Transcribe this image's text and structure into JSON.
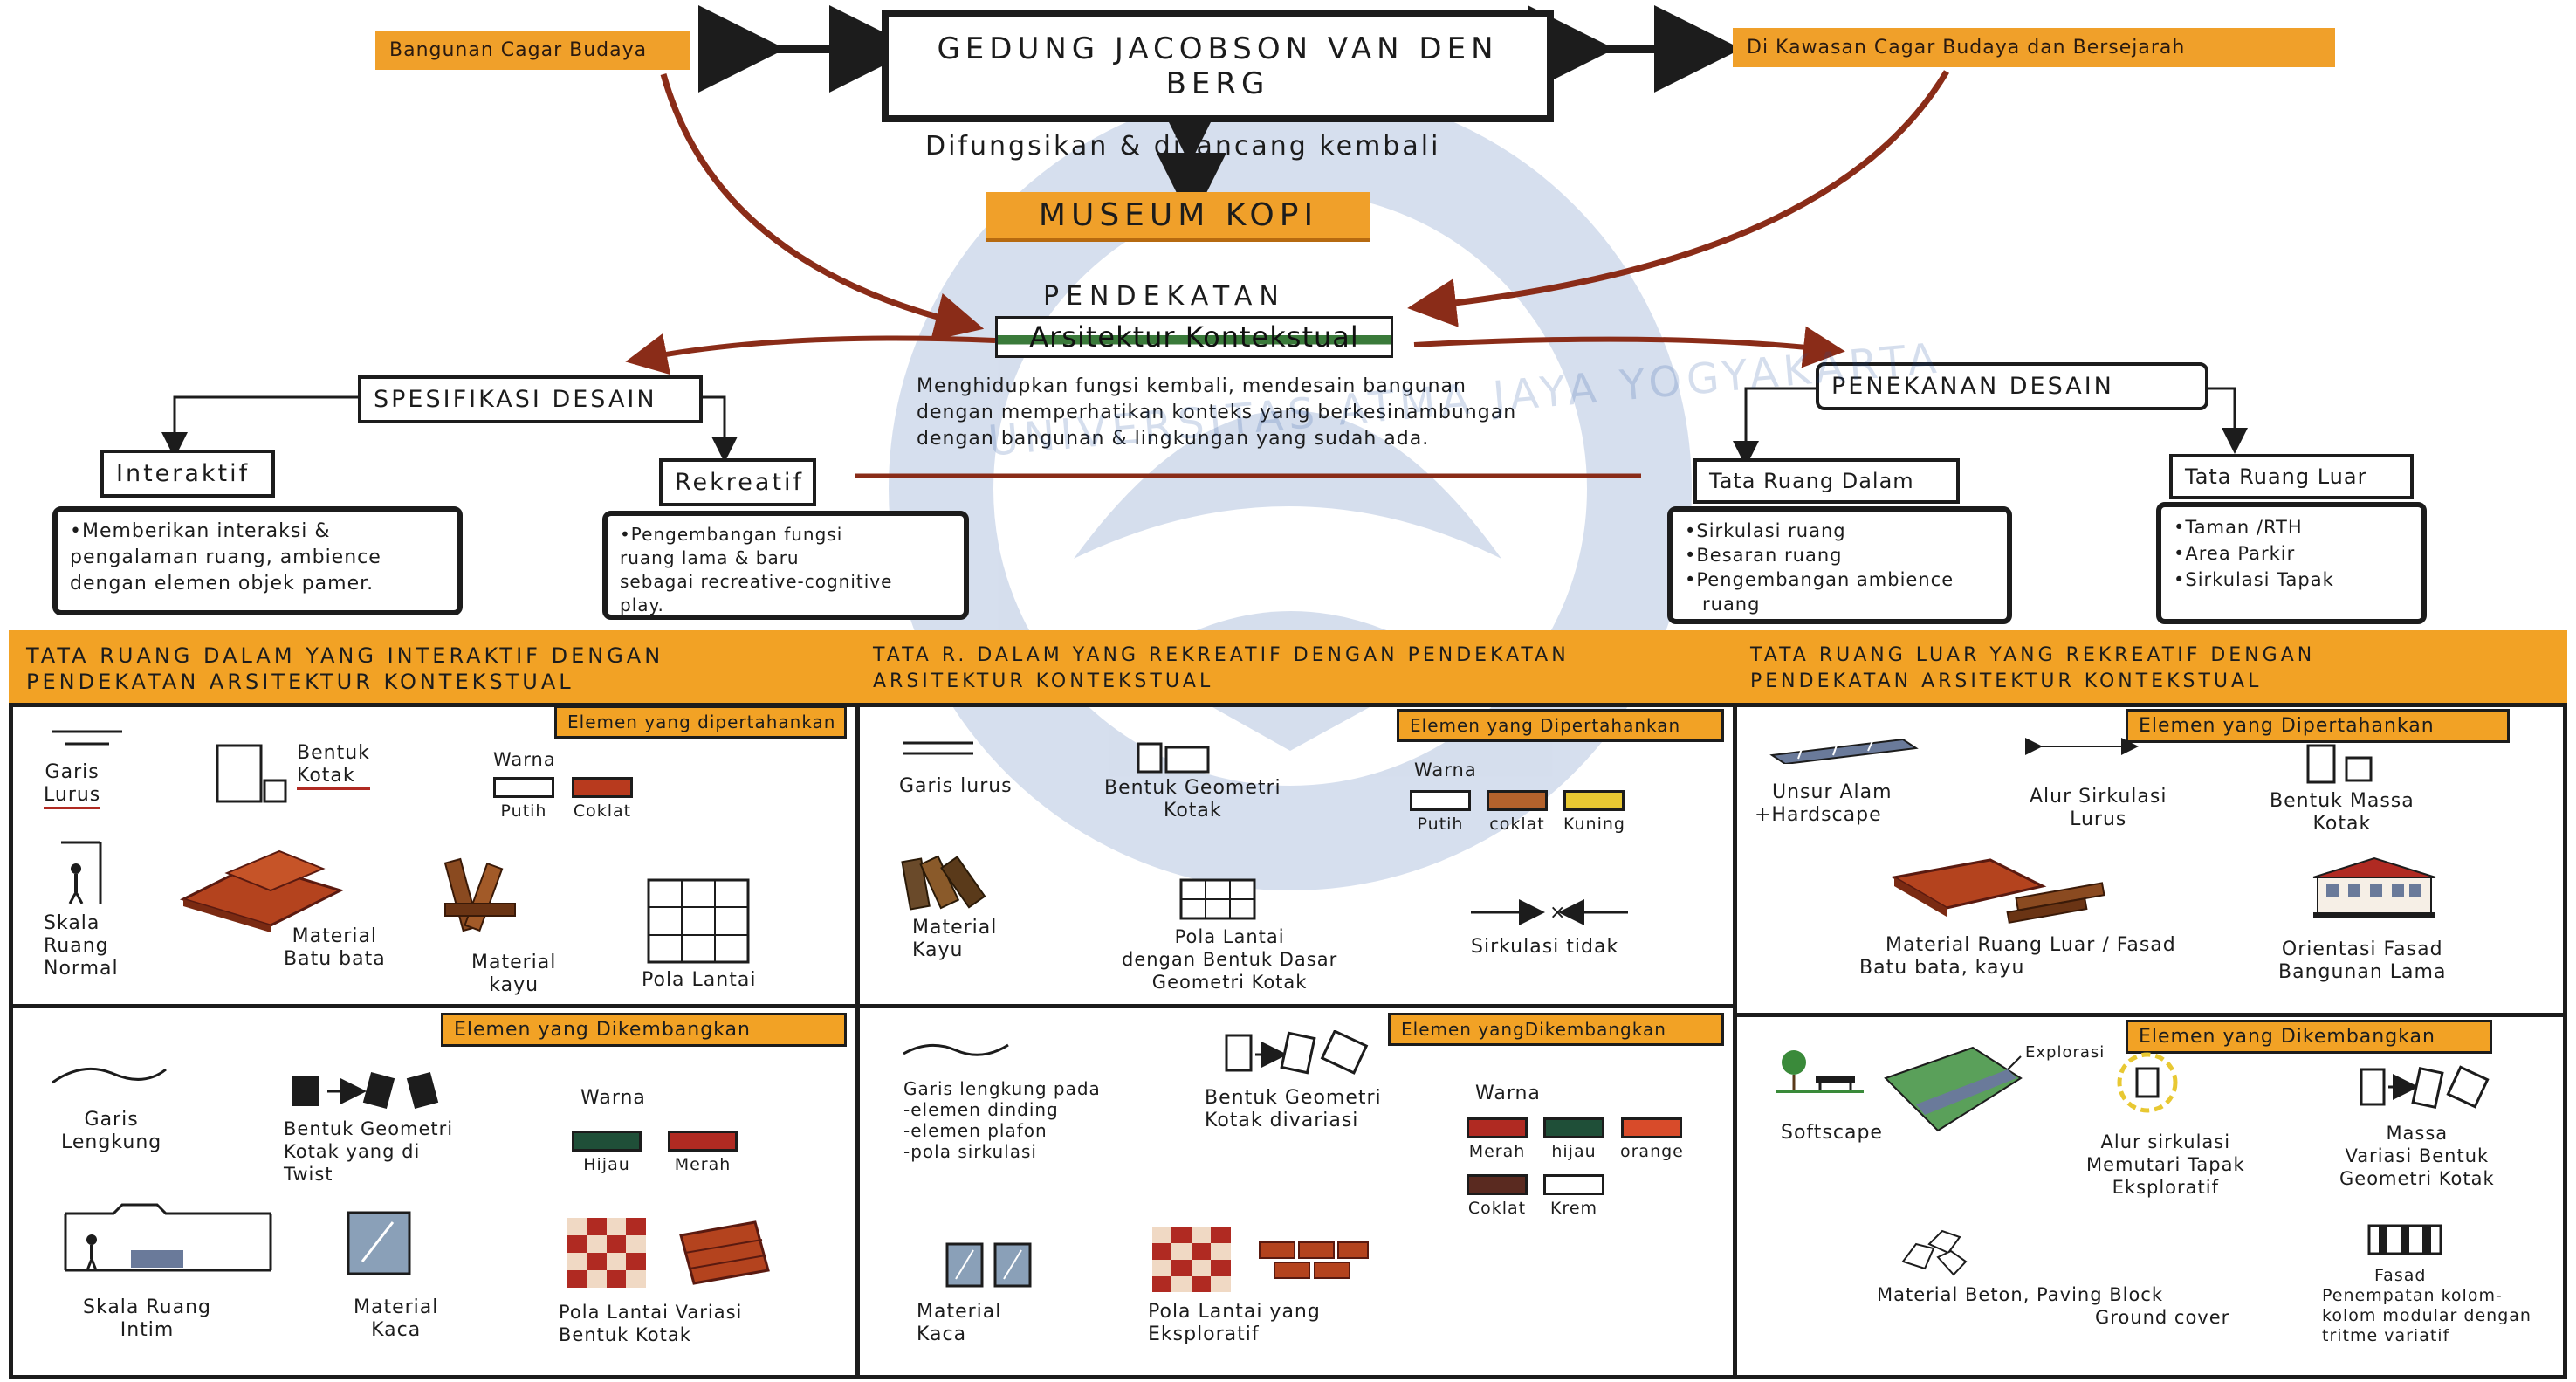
{
  "top": {
    "left_tag": "Bangunan Cagar Budaya",
    "title": "GEDUNG JACOBSON VAN DEN BERG",
    "right_tag": "Di Kawasan Cagar Budaya dan Bersejarah",
    "subtitle": "Difungsikan & dirancang kembali",
    "museum": "MUSEUM KOPI"
  },
  "approach": {
    "heading": "PENDEKATAN",
    "name": "Arsitektur Kontekstual",
    "desc": [
      "Menghidupkan fungsi kembali, mendesain bangunan",
      "dengan memperhatikan konteks yang berkesinambungan",
      "dengan bangunan & lingkungan yang sudah ada."
    ]
  },
  "spec": {
    "title": "SPESIFIKASI DESAIN",
    "interaktif": {
      "label": "Interaktif",
      "desc": [
        "•Memberikan interaksi &",
        "pengalaman ruang, ambience",
        "dengan elemen objek pamer."
      ]
    },
    "rekreatif": {
      "label": "Rekreatif",
      "desc": [
        "•Pengembangan fungsi",
        "ruang lama & baru",
        "sebagai recreative-cognitive",
        "play."
      ]
    }
  },
  "emphasis": {
    "title": "PENEKANAN DESAIN",
    "dalam": {
      "label": "Tata Ruang Dalam",
      "items": [
        "•Sirkulasi ruang",
        "•Besaran ruang",
        "•Pengembangan ambience",
        "ruang"
      ]
    },
    "luar": {
      "label": "Tata Ruang Luar",
      "items": [
        "•Taman /RTH",
        "•Area Parkir",
        "•Sirkulasi Tapak"
      ]
    }
  },
  "panels": [
    {
      "header": [
        "TATA RUANG DALAM YANG INTERAKTIF DENGAN",
        "PENDEKATAN ARSITEKTUR KONTEKSTUAL"
      ],
      "kept_tag": "Elemen yang dipertahankan",
      "dev_tag": "Elemen yang Dikembangkan",
      "kept": {
        "garis": [
          "Garis",
          "Lurus"
        ],
        "bentuk": [
          "Bentuk",
          "Kotak"
        ],
        "warna": "Warna",
        "swatches": [
          {
            "name": "Putih",
            "color": "#ffffff"
          },
          {
            "name": "Coklat",
            "color": "#b83a1e"
          }
        ],
        "skala": [
          "Skala",
          "Ruang",
          "Normal"
        ],
        "material_bata": [
          "Material",
          "Batu bata"
        ],
        "material_kayu": [
          "Material",
          "kayu"
        ],
        "pola": "Pola Lantai"
      },
      "dev": {
        "garis": [
          "Garis",
          "Lengkung"
        ],
        "bentuk": [
          "Bentuk Geometri",
          "Kotak yang di",
          "Twist"
        ],
        "warna": "Warna",
        "swatches": [
          {
            "name": "Hijau",
            "color": "#1f4f38"
          },
          {
            "name": "Merah",
            "color": "#b02a22"
          }
        ],
        "skala": [
          "Skala Ruang",
          "Intim"
        ],
        "material": [
          "Material",
          "Kaca"
        ],
        "pola": [
          "Pola Lantai Variasi",
          "Bentuk Kotak"
        ]
      }
    },
    {
      "header": [
        "TATA R. DALAM YANG REKREATIF DENGAN PENDEKATAN",
        "ARSITEKTUR KONTEKSTUAL"
      ],
      "kept_tag": "Elemen yang Dipertahankan",
      "dev_tag": "Elemen yangDikembangkan",
      "kept": {
        "garis": "Garis lurus",
        "bentuk": [
          "Bentuk Geometri",
          "Kotak"
        ],
        "warna": "Warna",
        "swatches": [
          {
            "name": "Putih",
            "color": "#ffffff"
          },
          {
            "name": "coklat",
            "color": "#b4622c"
          },
          {
            "name": "Kuning",
            "color": "#e8c832"
          }
        ],
        "material": [
          "Material",
          "Kayu"
        ],
        "pola": [
          "Pola Lantai",
          "dengan Bentuk Dasar",
          "Geometri Kotak"
        ],
        "sirkulasi": "Sirkulasi tidak"
      },
      "dev": {
        "garis": [
          "Garis lengkung pada",
          "-elemen dinding",
          "-elemen plafon",
          "-pola sirkulasi"
        ],
        "bentuk": [
          "Bentuk Geometri",
          "Kotak divariasi"
        ],
        "warna": "Warna",
        "swatches": [
          {
            "name": "Merah",
            "color": "#b02a22"
          },
          {
            "name": "hijau",
            "color": "#1f4f38"
          },
          {
            "name": "orange",
            "color": "#d84b2a"
          },
          {
            "name": "Coklat",
            "color": "#5a2a20"
          },
          {
            "name": "Krem",
            "color": "#ffffff"
          }
        ],
        "material": [
          "Material",
          "Kaca"
        ],
        "pola": [
          "Pola Lantai yang",
          "Eksploratif"
        ]
      }
    },
    {
      "header": [
        "TATA RUANG LUAR YANG REKREATIF DENGAN",
        "PENDEKATAN ARSITEKTUR KONTEKSTUAL"
      ],
      "kept_tag": "Elemen yang Dipertahankan",
      "dev_tag": "Elemen yang Dikembangkan",
      "kept": {
        "unsur": [
          "Unsur Alam",
          "+Hardscape"
        ],
        "alur": [
          "Alur Sirkulasi",
          "Lurus"
        ],
        "bentuk": [
          "Bentuk Massa",
          "Kotak"
        ],
        "material": [
          "Material Ruang Luar / Fasad",
          "Batu bata, kayu"
        ],
        "orientasi": [
          "Orientasi Fasad",
          "Bangunan Lama"
        ]
      },
      "dev": {
        "softscape": "Softscape",
        "eksplorasi": "Explorasi",
        "alur": [
          "Alur sirkulasi",
          "Memutari Tapak",
          "Eksploratif"
        ],
        "massa": [
          "Massa",
          "Variasi Bentuk",
          "Geometri Kotak"
        ],
        "material": [
          "Material Beton, Paving Block",
          "Ground cover"
        ],
        "fasad": [
          "Fasad",
          "Penempatan kolom-",
          "kolom modular dengan",
          "tritme variatif"
        ]
      }
    }
  ],
  "watermark": "UNIVERSITAS ATMA JAYA YOGYAKARTA"
}
